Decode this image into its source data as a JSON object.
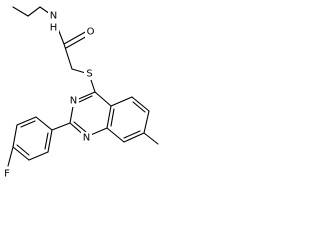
{
  "molecule": {
    "atom_labels": {
      "amide_nitrogen": "N",
      "hydrogen": "H",
      "carbonyl_oxygen": "O",
      "sulfur": "S",
      "ring_nitrogen_n3": "N",
      "ring_nitrogen_n1": "N",
      "fluorine": "F"
    }
  }
}
